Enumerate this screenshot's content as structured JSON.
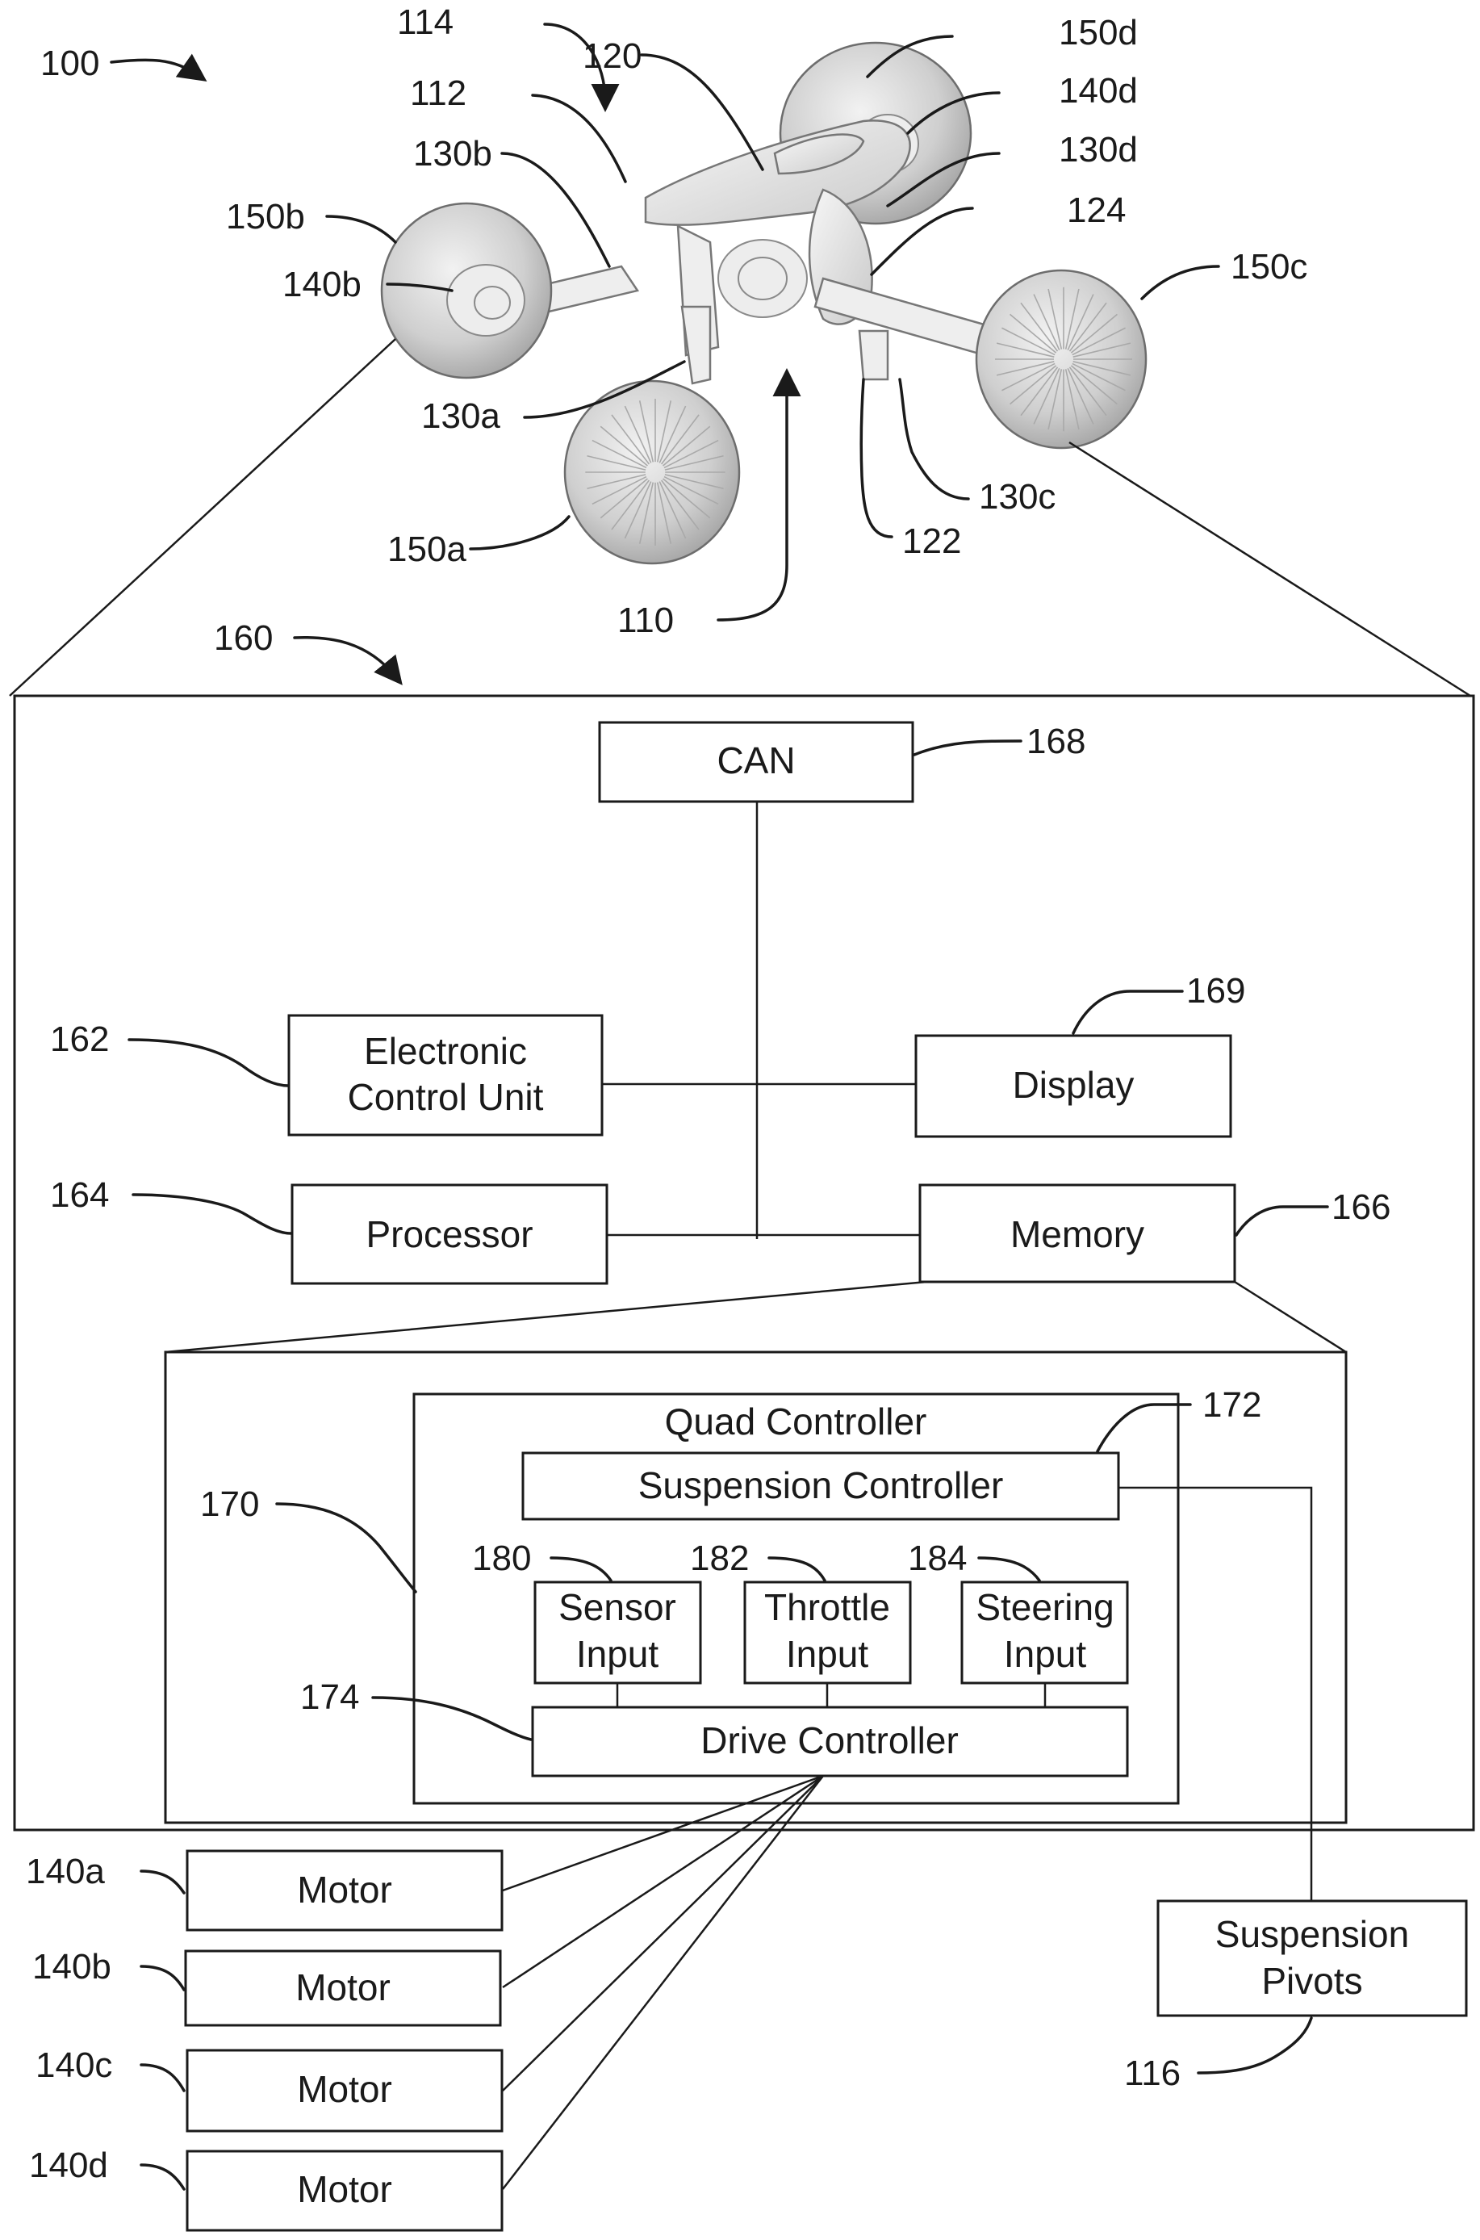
{
  "vehicle_refs": {
    "r100": "100",
    "r114": "114",
    "r120": "120",
    "r150d": "150d",
    "r112": "112",
    "r140d": "140d",
    "r130b": "130b",
    "r130d": "130d",
    "r150b": "150b",
    "r124": "124",
    "r140b": "140b",
    "r150c": "150c",
    "r130a": "130a",
    "r130c": "130c",
    "r122": "122",
    "r150a": "150a",
    "r110": "110"
  },
  "system": {
    "ref": "160",
    "can": {
      "label": "CAN",
      "ref": "168"
    },
    "ecu": {
      "line1": "Electronic",
      "line2": "Control Unit",
      "ref": "162"
    },
    "display": {
      "label": "Display",
      "ref": "169"
    },
    "processor": {
      "label": "Processor",
      "ref": "164"
    },
    "memory": {
      "label": "Memory",
      "ref": "166"
    }
  },
  "memory_detail": {
    "ref": "170",
    "quad_controller": {
      "label": "Quad Controller"
    },
    "suspension_controller": {
      "label": "Suspension Controller",
      "ref": "172"
    },
    "sensor_input": {
      "line1": "Sensor",
      "line2": "Input",
      "ref": "180"
    },
    "throttle_input": {
      "line1": "Throttle",
      "line2": "Input",
      "ref": "182"
    },
    "steering_input": {
      "line1": "Steering",
      "line2": "Input",
      "ref": "184"
    },
    "drive_controller": {
      "label": "Drive Controller",
      "ref": "174"
    }
  },
  "motors": [
    {
      "ref": "140a",
      "label": "Motor"
    },
    {
      "ref": "140b",
      "label": "Motor"
    },
    {
      "ref": "140c",
      "label": "Motor"
    },
    {
      "ref": "140d",
      "label": "Motor"
    }
  ],
  "suspension_pivots": {
    "line1": "Suspension",
    "line2": "Pivots",
    "ref": "116"
  }
}
